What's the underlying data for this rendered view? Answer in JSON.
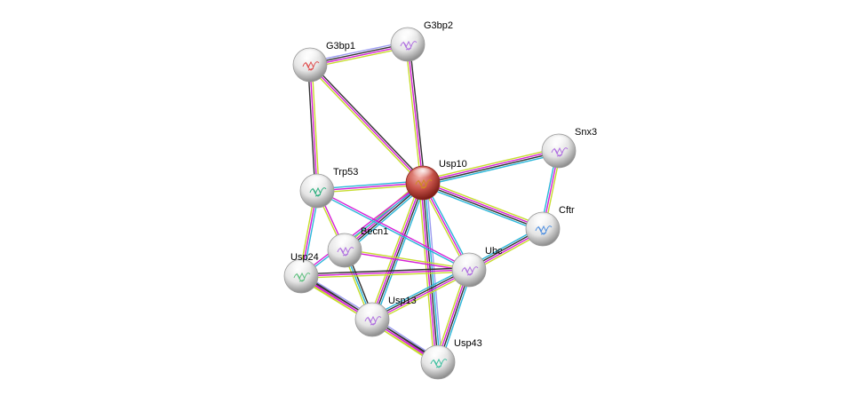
{
  "network": {
    "title": "Protein interaction network",
    "center_node": "Usp10",
    "edge_colors": {
      "cyan": "#29b6d9",
      "magenta": "#d61ed6",
      "black": "#333333",
      "yellow": "#c6dc2c",
      "lavender": "#9b9bf0"
    },
    "nodes": [
      {
        "id": "Usp10",
        "label": "Usp10",
        "color": "#c0392b",
        "center": true
      },
      {
        "id": "G3bp1",
        "label": "G3bp1",
        "color": "#e0e0e0",
        "glyph": "#e05050"
      },
      {
        "id": "G3bp2",
        "label": "G3bp2",
        "color": "#e0e0e0",
        "glyph": "#b070e0"
      },
      {
        "id": "Snx3",
        "label": "Snx3",
        "color": "#e0e0e0",
        "glyph": "#b070e0"
      },
      {
        "id": "Trp53",
        "label": "Trp53",
        "color": "#e0e0e0",
        "glyph": "#30b080"
      },
      {
        "id": "Cftr",
        "label": "Cftr",
        "color": "#e0e0e0",
        "glyph": "#5090e0"
      },
      {
        "id": "Becn1",
        "label": "Becn1",
        "color": "#e0e0e0",
        "glyph": "#b070e0"
      },
      {
        "id": "Usp24",
        "label": "Usp24",
        "color": "#e0e0e0",
        "glyph": "#60c080"
      },
      {
        "id": "Ubc",
        "label": "Ubc",
        "color": "#e0e0e0",
        "glyph": "#b070e0"
      },
      {
        "id": "Usp13",
        "label": "Usp13",
        "color": "#e0e0e0",
        "glyph": "#b070e0"
      },
      {
        "id": "Usp43",
        "label": "Usp43",
        "color": "#e0e0e0",
        "glyph": "#40c0a0"
      }
    ],
    "edges": [
      {
        "from": "G3bp1",
        "to": "G3bp2",
        "types": [
          "lavender",
          "black",
          "magenta",
          "yellow"
        ]
      },
      {
        "from": "G3bp1",
        "to": "Usp10",
        "types": [
          "black",
          "magenta",
          "yellow"
        ]
      },
      {
        "from": "G3bp1",
        "to": "Trp53",
        "types": [
          "yellow",
          "magenta",
          "black"
        ]
      },
      {
        "from": "G3bp2",
        "to": "Usp10",
        "types": [
          "black",
          "magenta",
          "yellow"
        ]
      },
      {
        "from": "Usp10",
        "to": "Snx3",
        "types": [
          "yellow",
          "magenta",
          "black",
          "cyan"
        ]
      },
      {
        "from": "Usp10",
        "to": "Cftr",
        "types": [
          "yellow",
          "magenta",
          "black",
          "cyan"
        ]
      },
      {
        "from": "Usp10",
        "to": "Trp53",
        "types": [
          "yellow",
          "magenta",
          "cyan"
        ]
      },
      {
        "from": "Usp10",
        "to": "Becn1",
        "types": [
          "cyan",
          "black",
          "magenta",
          "yellow"
        ]
      },
      {
        "from": "Usp10",
        "to": "Usp24",
        "types": [
          "cyan",
          "magenta"
        ]
      },
      {
        "from": "Usp10",
        "to": "Ubc",
        "types": [
          "cyan",
          "magenta",
          "yellow"
        ]
      },
      {
        "from": "Usp10",
        "to": "Usp13",
        "types": [
          "cyan",
          "black",
          "magenta",
          "yellow"
        ]
      },
      {
        "from": "Usp10",
        "to": "Usp43",
        "types": [
          "lavender",
          "cyan",
          "black",
          "magenta",
          "yellow"
        ]
      },
      {
        "from": "Snx3",
        "to": "Cftr",
        "types": [
          "yellow",
          "magenta",
          "cyan"
        ]
      },
      {
        "from": "Cftr",
        "to": "Ubc",
        "types": [
          "yellow",
          "magenta",
          "black",
          "cyan"
        ]
      },
      {
        "from": "Trp53",
        "to": "Becn1",
        "types": [
          "magenta",
          "yellow"
        ]
      },
      {
        "from": "Trp53",
        "to": "Usp24",
        "types": [
          "cyan",
          "magenta",
          "yellow"
        ]
      },
      {
        "from": "Trp53",
        "to": "Ubc",
        "types": [
          "magenta",
          "cyan"
        ]
      },
      {
        "from": "Becn1",
        "to": "Usp13",
        "types": [
          "black",
          "cyan",
          "yellow"
        ]
      },
      {
        "from": "Becn1",
        "to": "Ubc",
        "types": [
          "yellow",
          "magenta"
        ]
      },
      {
        "from": "Usp24",
        "to": "Ubc",
        "types": [
          "black",
          "magenta",
          "yellow"
        ]
      },
      {
        "from": "Usp24",
        "to": "Usp13",
        "types": [
          "lavender",
          "black",
          "magenta",
          "yellow"
        ]
      },
      {
        "from": "Usp24",
        "to": "Usp43",
        "types": [
          "black",
          "magenta",
          "yellow"
        ]
      },
      {
        "from": "Usp13",
        "to": "Ubc",
        "types": [
          "cyan",
          "black",
          "magenta",
          "yellow"
        ]
      },
      {
        "from": "Usp13",
        "to": "Usp43",
        "types": [
          "lavender",
          "black",
          "magenta",
          "yellow"
        ]
      },
      {
        "from": "Ubc",
        "to": "Usp43",
        "types": [
          "cyan",
          "black",
          "magenta",
          "yellow"
        ]
      }
    ]
  }
}
